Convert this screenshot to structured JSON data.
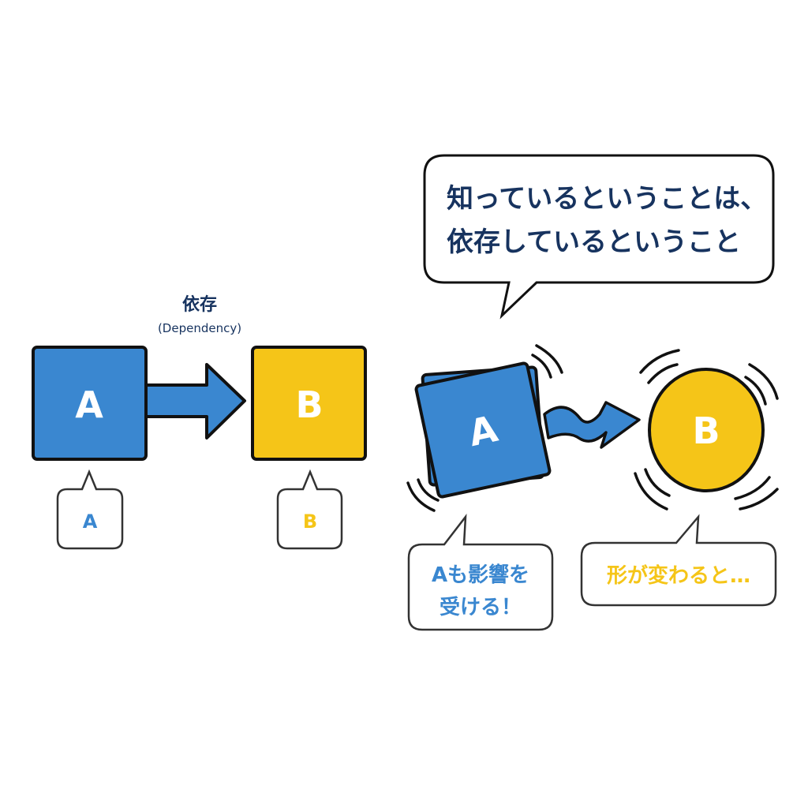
{
  "colors": {
    "blue": "#3a87d0",
    "yellow": "#f5c518",
    "navy": "#17335f",
    "outline": "#111111"
  },
  "left": {
    "relation_label": "依存",
    "relation_sublabel": "(Dependency)",
    "box_a_label": "A",
    "box_b_label": "B",
    "bubble_a_text": "A",
    "bubble_b_text": "B"
  },
  "right": {
    "main_bubble_line1": "知っているということは、",
    "main_bubble_line2": "依存しているということ",
    "square_a_label": "A",
    "circle_b_label": "B",
    "bubble_a_line1": "Aも影響を",
    "bubble_a_line2": "受ける！",
    "bubble_b_text": "形が変わると…"
  }
}
